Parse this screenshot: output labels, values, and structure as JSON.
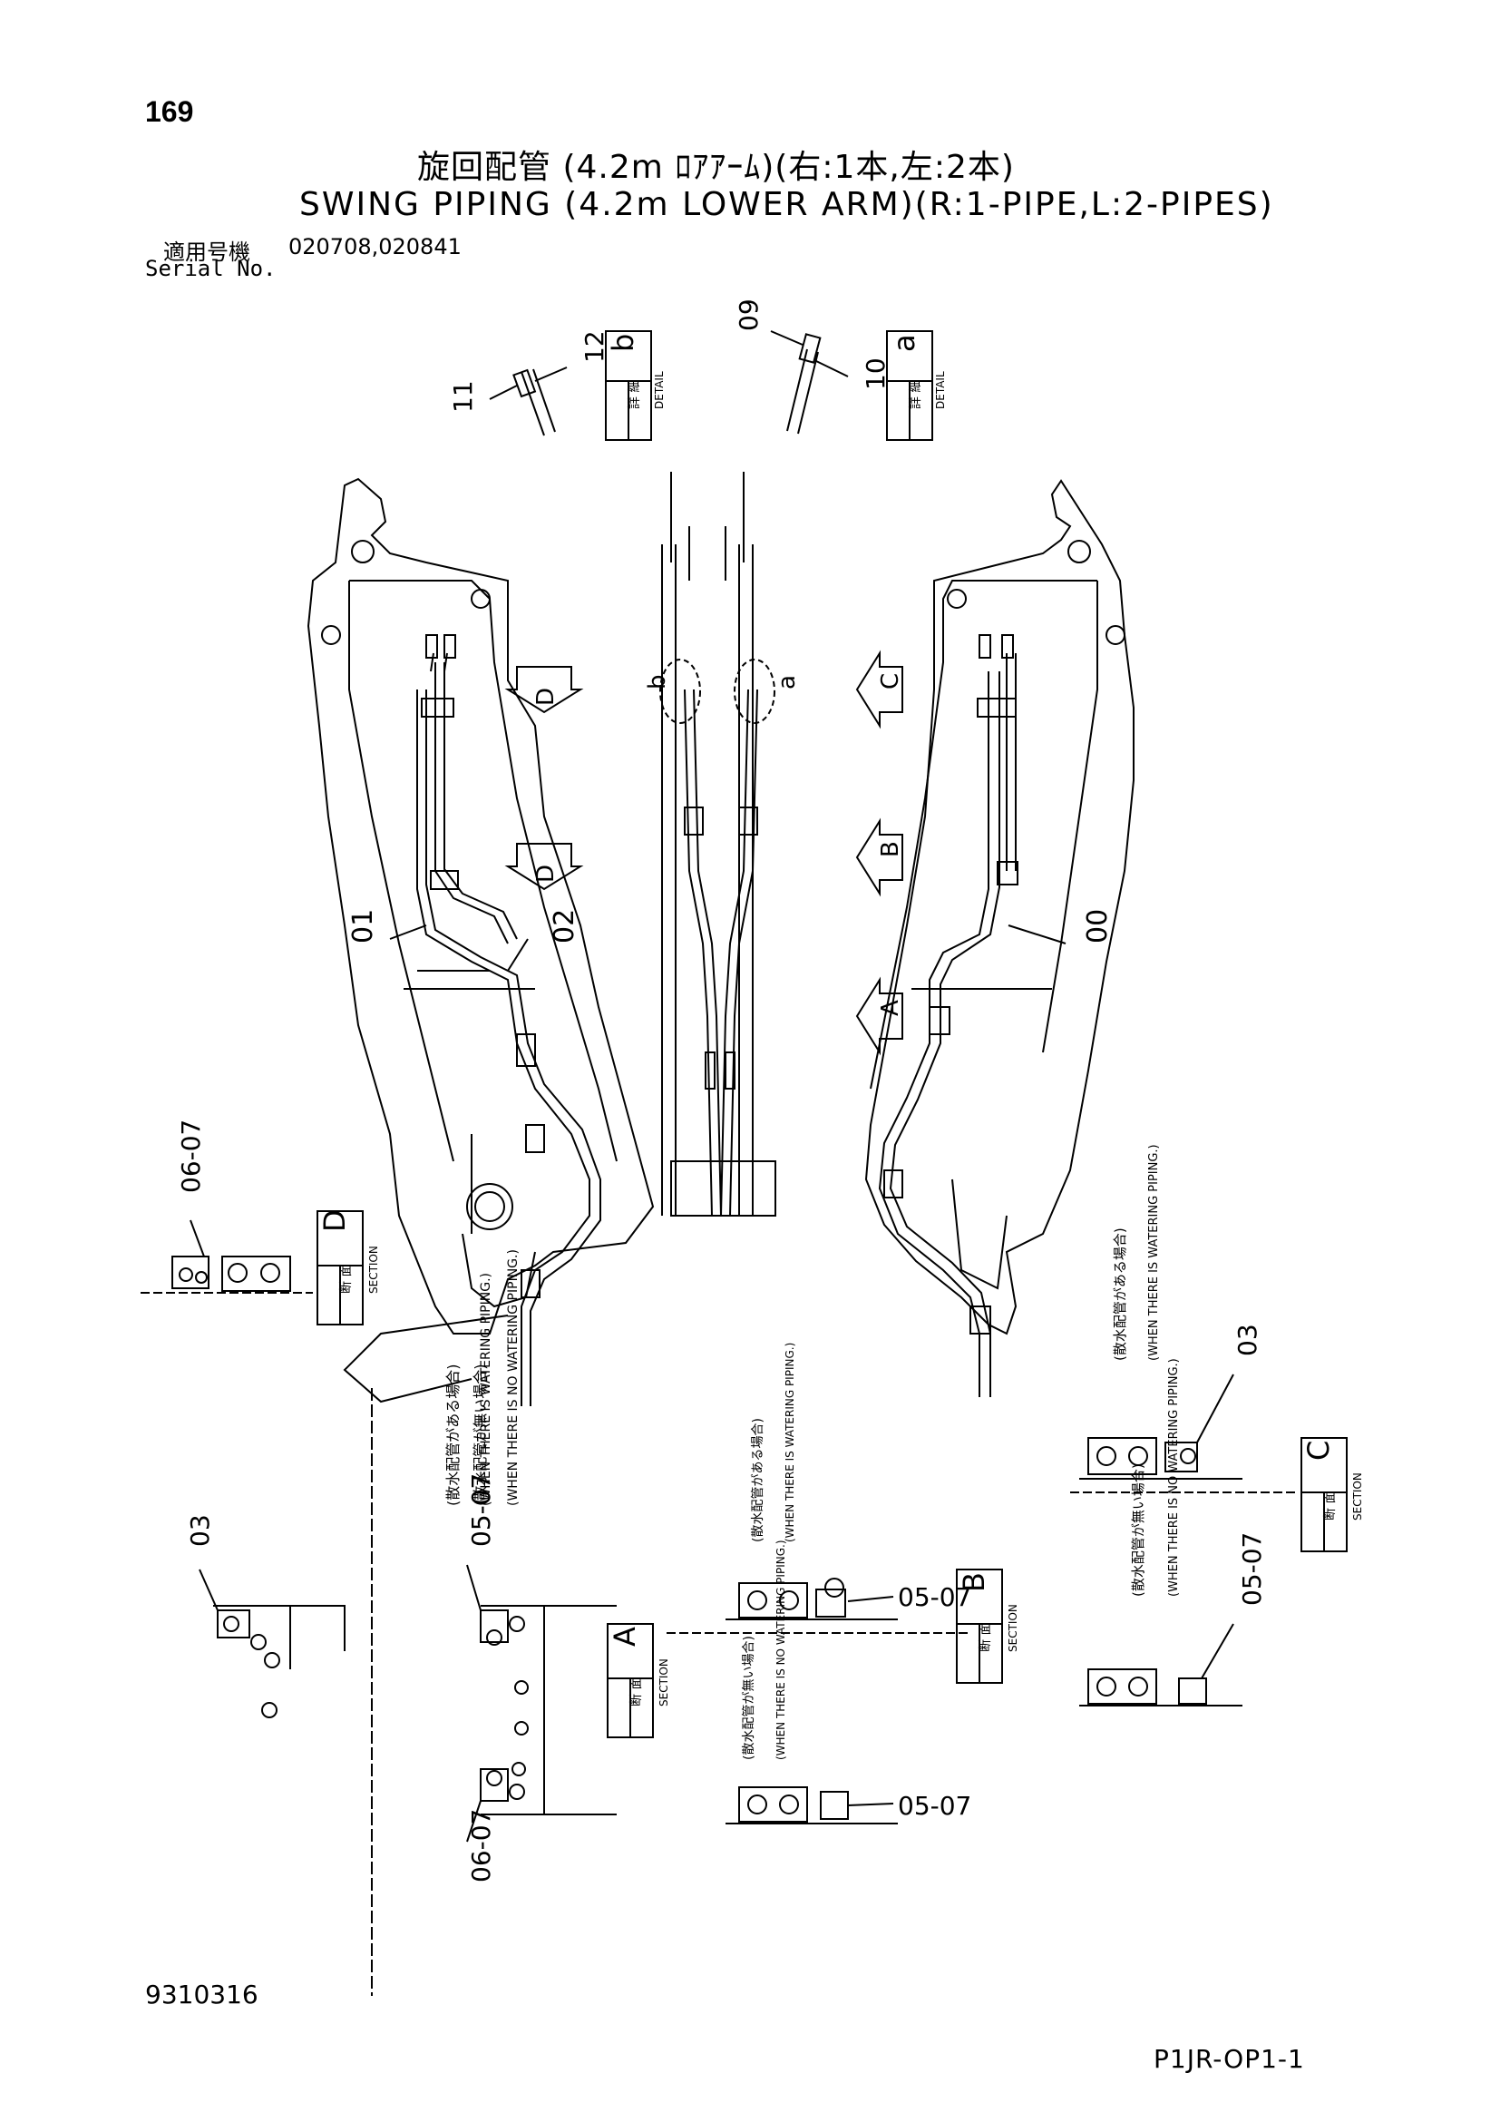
{
  "header": {
    "page_number": "169",
    "title_jp": "旋回配管 (4.2m ﾛｱｱｰﾑ)(右:1本,左:2本)",
    "title_en": "SWING PIPING (4.2m LOWER ARM)(R:1-PIPE,L:2-PIPES)",
    "serial_label_jp": "適用号機",
    "serial_numbers": "020708,020841",
    "serial_label_en": "Serial No."
  },
  "details": {
    "a": {
      "letter": "a",
      "jp": "詳 細",
      "en": "DETAIL",
      "parts": [
        "09",
        "10"
      ]
    },
    "b": {
      "letter": "b",
      "jp": "詳 細",
      "en": "DETAIL",
      "parts": [
        "11",
        "12"
      ]
    }
  },
  "sections": {
    "A": {
      "letter": "A",
      "jp": "断 面",
      "en": "SECTION"
    },
    "B": {
      "letter": "B",
      "jp": "断 面",
      "en": "SECTION"
    },
    "C": {
      "letter": "C",
      "jp": "断 面",
      "en": "SECTION"
    },
    "D": {
      "letter": "D",
      "jp": "断 面",
      "en": "SECTION"
    }
  },
  "part_labels": {
    "p00": "00",
    "p01": "01",
    "p02": "02",
    "p03": "03",
    "p05_07": "05-07",
    "p06_07": "06-07",
    "a_marker": "a",
    "b_marker": "b"
  },
  "notes": {
    "watering_jp": "(散水配管がある場合)",
    "watering_en": "(WHEN THERE IS WATERING PIPING.)",
    "no_watering_jp": "(散水配管が無い場合)",
    "no_watering_en": "(WHEN THERE IS NO WATERING PIPING.)"
  },
  "footer": {
    "doc_id": "9310316",
    "drawing_code": "P1JR-OP1-1"
  }
}
